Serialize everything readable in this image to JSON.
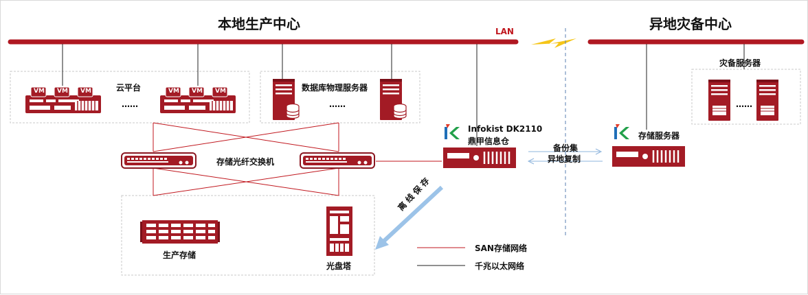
{
  "local_center": {
    "title": "本地生产中心"
  },
  "remote_center": {
    "title": "异地灾备中心"
  },
  "lan_label": "LAN",
  "cloud": {
    "label": "云平台",
    "vm_label": "VM",
    "ellipsis": "……"
  },
  "db_servers": {
    "label": "数据库物理服务器",
    "ellipsis": "……"
  },
  "fc_switch": {
    "label": "存储光纤交换机"
  },
  "infokist": {
    "line1": "Infokist DK2110",
    "line2": "鼎甲信息仓"
  },
  "replication": {
    "line1": "备份集",
    "line2": "异地复制"
  },
  "storage_server": {
    "label": "存储服务器"
  },
  "dr_servers": {
    "label": "灾备服务器",
    "ellipsis": "……"
  },
  "archive_arrow": {
    "label": "离线保存"
  },
  "prod_storage": {
    "label": "生产存储"
  },
  "disc_tower": {
    "label": "光盘塔"
  },
  "legend": {
    "san_label": "SAN存储网络",
    "gigabit_label": "千兆以太网络"
  },
  "colors": {
    "accent": "#a31b25",
    "lan_bar": "#b01822",
    "text": "#111111",
    "lightning": "#f5c518",
    "arrow_blue": "#9cc3e8",
    "dashed": "#5a7fb0"
  }
}
